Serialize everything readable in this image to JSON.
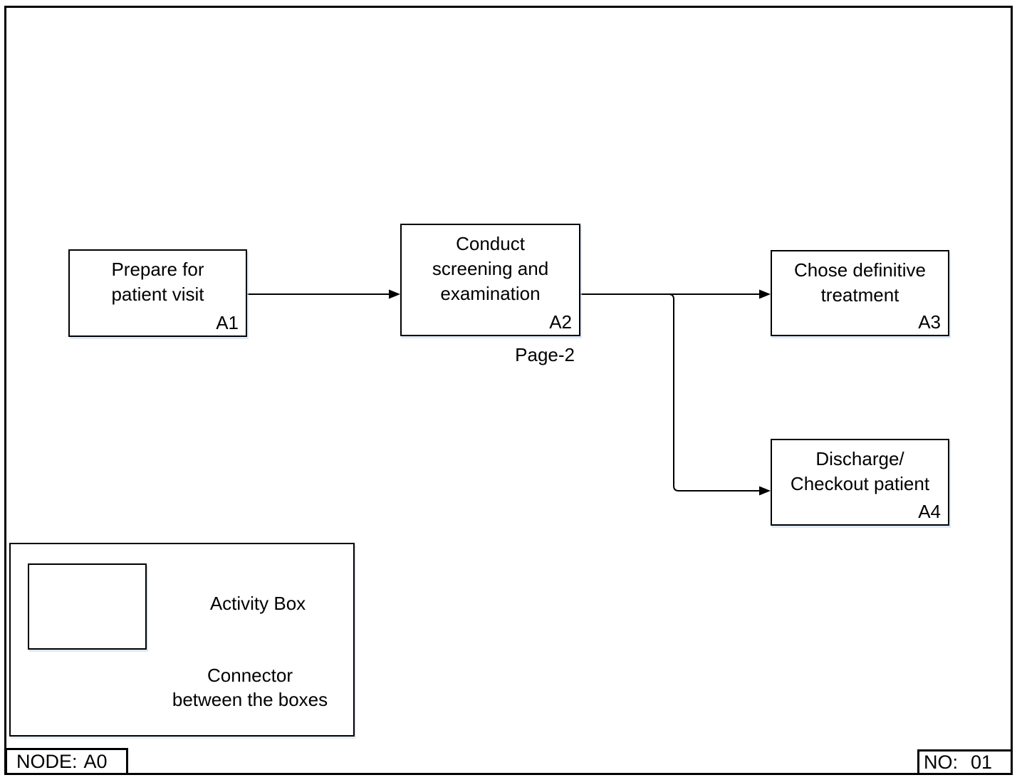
{
  "diagram": {
    "activities": [
      {
        "label": "Prepare for\npatient visit",
        "code": "A1"
      },
      {
        "label": "Conduct\nscreening and\nexamination",
        "code": "A2",
        "note": "Page-2"
      },
      {
        "label": "Chose definitive\ntreatment",
        "code": "A3"
      },
      {
        "label": "Discharge/\nCheckout patient",
        "code": "A4"
      }
    ],
    "legend": {
      "activity_box_label": "Activity Box",
      "connector_label": "Connector\nbetween the boxes"
    },
    "footer": {
      "node_label": "NODE:",
      "node_value": "A0",
      "no_label": "NO:",
      "no_value": "01"
    },
    "colors": {
      "line": "#000000",
      "background": "#ffffff"
    }
  }
}
